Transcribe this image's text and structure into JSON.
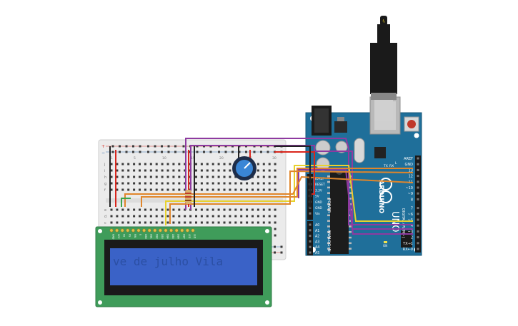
{
  "arduino": {
    "brand": "ARDUINO",
    "model": "UNO",
    "header_top": [
      "AREF",
      "GND",
      "13",
      "12",
      "~11",
      "~10",
      "~9",
      "8",
      "7",
      "~6",
      "~5",
      "4",
      "~3",
      "2",
      "TX→1",
      "RX←0"
    ],
    "power_pins": [
      "IOREF",
      "RESET",
      "3.3V",
      "5V",
      "GND",
      "GND",
      "Vin"
    ],
    "analog_pins": [
      "A0",
      "A1",
      "A2",
      "A3",
      "A4",
      "A5"
    ],
    "power_label": "POWER",
    "analog_label": "ANALOG IN",
    "digital_label": "DIGITAL (PWM~)",
    "led_labels": [
      "L",
      "TX",
      "RX"
    ],
    "on_label": "ON"
  },
  "lcd": {
    "display_text": "ve de julho Vila",
    "pin_labels": [
      "GND",
      "VCC",
      "V0",
      "RS",
      "RW",
      "E",
      "DB0",
      "DB1",
      "DB2",
      "DB3",
      "DB4",
      "DB5",
      "DB6",
      "DB7",
      "LED",
      "LED"
    ]
  },
  "breadboard": {
    "row_letters_top": [
      "j",
      "i",
      "h",
      "g",
      "f"
    ],
    "row_letters_bottom": [
      "e",
      "d",
      "c",
      "b",
      "a"
    ],
    "column_numbers": [
      "1",
      "5",
      "10",
      "15",
      "20",
      "25",
      "30"
    ]
  },
  "colors": {
    "arduino": "#1f6f9a",
    "lcd_pcb": "#3f9c5a",
    "lcd_screen": "#3a62c7",
    "wire_purple": "#8e3aa0",
    "wire_orange": "#e0862b",
    "wire_yellow": "#e8d22c",
    "wire_red": "#d9261c",
    "wire_black": "#222222",
    "wire_green": "#3aa64a"
  }
}
